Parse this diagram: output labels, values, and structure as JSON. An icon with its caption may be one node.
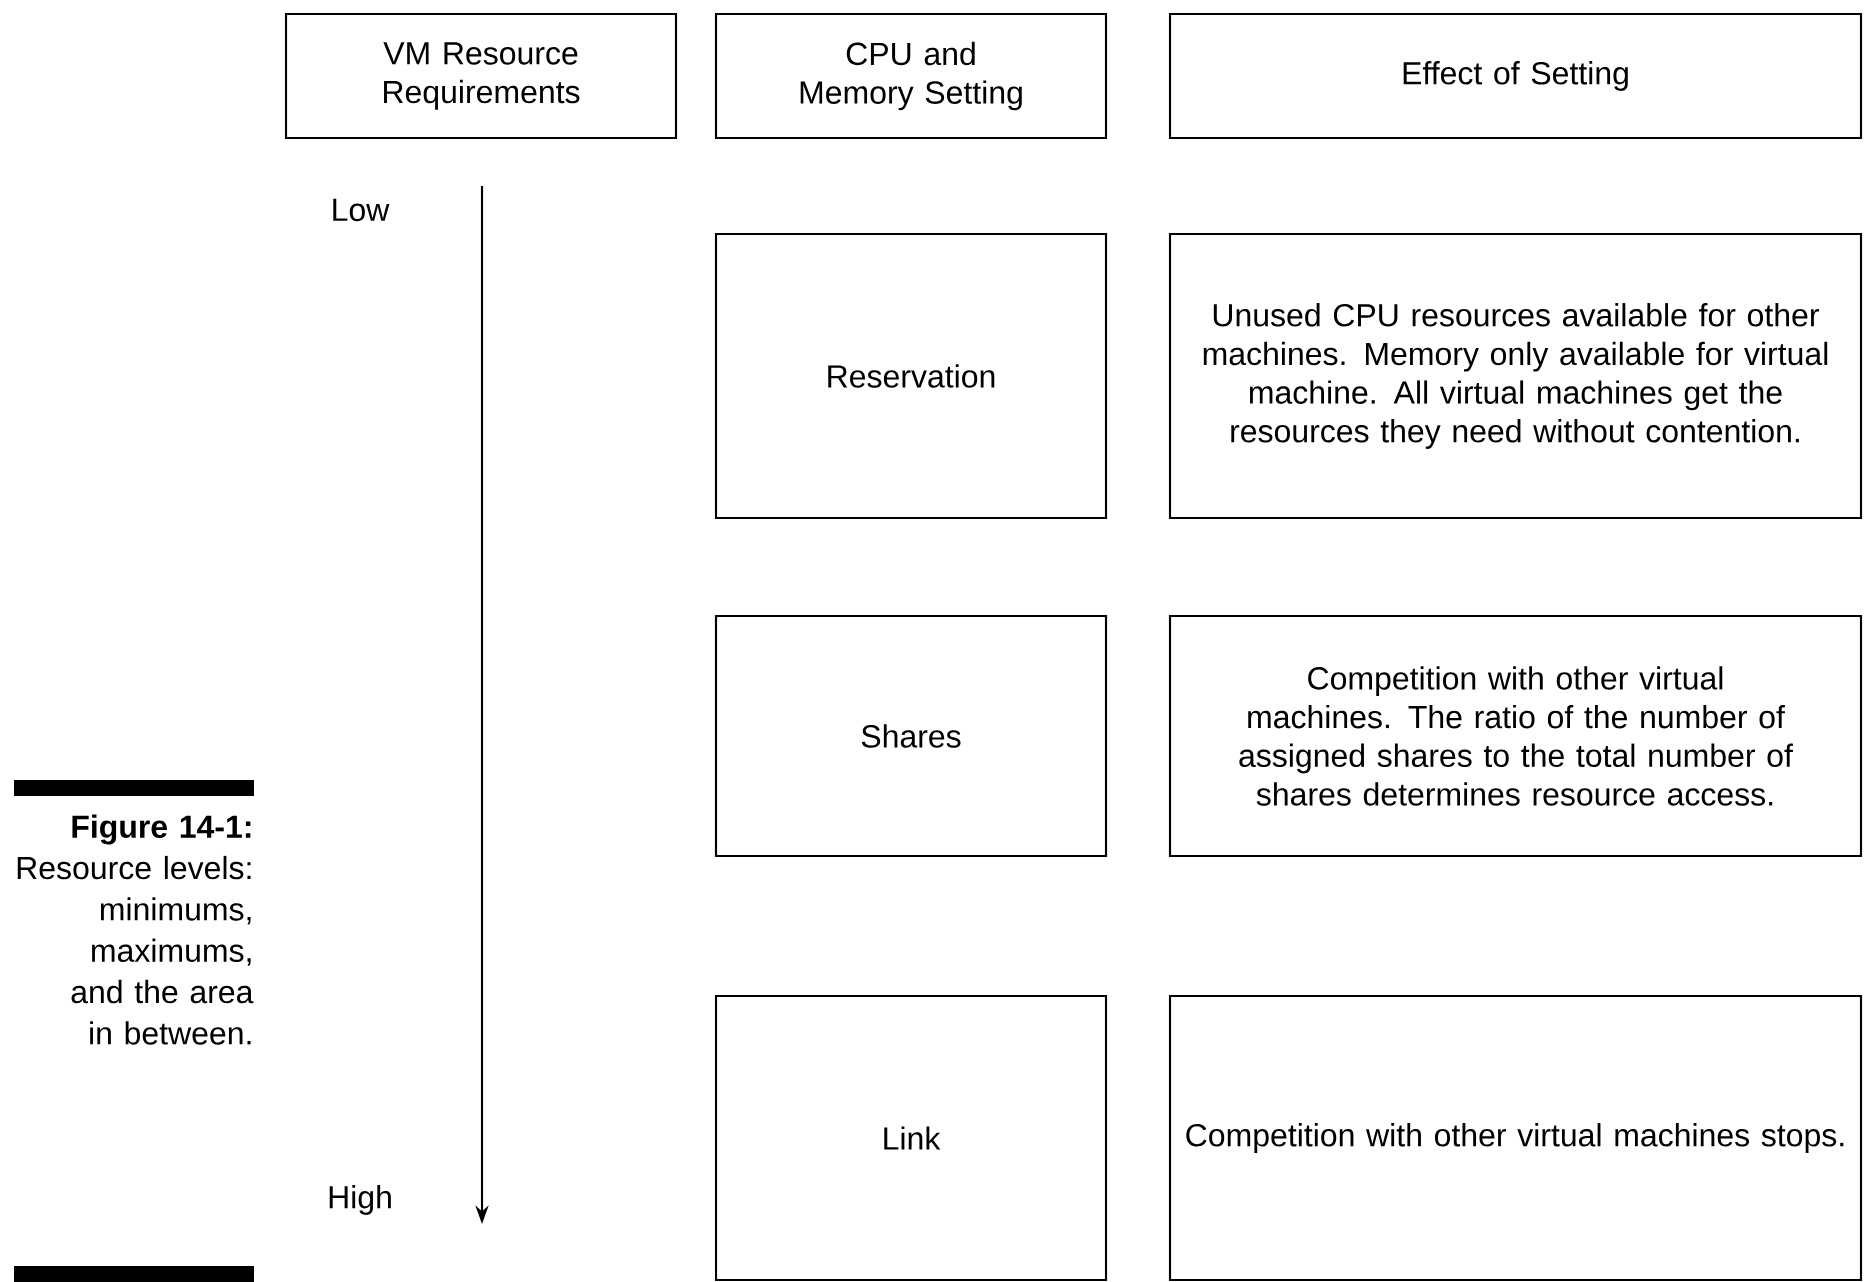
{
  "diagram": {
    "caption": "**Figure 14-1:** Resource levels: minimums, maximums, and the area in between.",
    "nodes": [
      {
        "text": [
          "VM Resource Requirements"
        ]
      },
      {
        "text": [
          "CPU and Memory Setting"
        ]
      },
      {
        "text": [
          "Effect of Setting"
        ]
      },
      {
        "text": [
          "Reservation"
        ]
      },
      {
        "text": [
          "Unused CPU resources available for other machines. Memory only available for virtual machine. All virtual machines get the resources they need without contention."
        ]
      },
      {
        "text": [
          "Shares"
        ]
      },
      {
        "text": [
          "Competition with other virtual machines. The ratio of the number of assigned shares to the total number of shares determines resource access."
        ]
      },
      {
        "text": [
          "Link"
        ]
      },
      {
        "text": [
          "Competition with other virtual machines stops."
        ]
      }
    ],
    "labels": [
      "Low",
      "High"
    ]
  }
}
